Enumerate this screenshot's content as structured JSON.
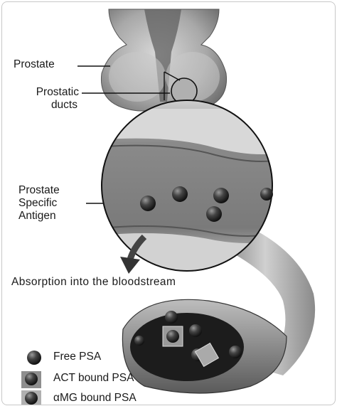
{
  "labels": {
    "prostate": "Prostate",
    "prostatic_ducts_1": "Prostatic",
    "prostatic_ducts_2": "ducts",
    "psa_1": "Prostate",
    "psa_2": "Specific",
    "psa_3": "Antigen",
    "absorption": "Absorption into the bloodstream"
  },
  "legend": [
    {
      "label": "Free PSA",
      "icon": "free-psa-icon"
    },
    {
      "label": "ACT bound PSA",
      "icon": "act-bound-psa-icon"
    },
    {
      "label": "αMG bound PSA",
      "icon": "amg-bound-psa-icon"
    }
  ],
  "colors": {
    "sphere_dark": "#2a2a2a",
    "tissue_gray": "#8a8a8a",
    "outline": "#1a1a1a"
  }
}
